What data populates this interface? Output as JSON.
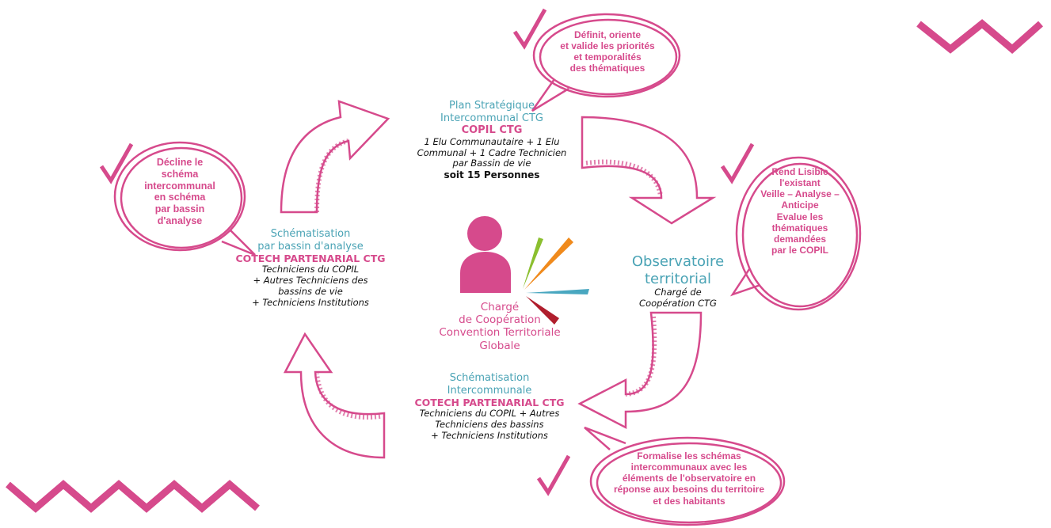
{
  "colors": {
    "pink": "#d64a8c",
    "teal": "#4aa3b5",
    "dark": "#111111",
    "fan": [
      "#8bbf2f",
      "#f08a1c",
      "#49a7c0",
      "#b01e2d"
    ]
  },
  "top_node": {
    "line1": "Plan Stratégique",
    "line2": "Intercommunal CTG",
    "bold": "COPIL CTG",
    "desc1": "1 Elu Communautaire + 1 Elu",
    "desc2": "Communal + 1 Cadre Technicien",
    "desc3": "par Bassin de vie",
    "desc4": "soit 15 Personnes"
  },
  "top_bubble": [
    "Définit, oriente",
    "et valide les priorités",
    "et temporalités",
    "des thématiques"
  ],
  "right_node": {
    "title1": "Observatoire",
    "title2": "territorial",
    "desc1": "Chargé de",
    "desc2": "Coopération CTG"
  },
  "right_bubble": [
    "Rend Lisible",
    "l'existant",
    "Veille – Analyse –",
    "Anticipe",
    "Evalue les",
    "thématiques",
    "demandées",
    "par le COPIL"
  ],
  "bottom_node": {
    "line1": "Schématisation",
    "line2": "Intercommunale",
    "bold": "COTECH PARTENARIAL CTG",
    "desc1": "Techniciens du COPIL + Autres",
    "desc2": "Techniciens des bassins",
    "desc3": "+ Techniciens Institutions"
  },
  "bottom_bubble": [
    "Formalise les schémas",
    "intercommunaux avec les",
    "éléments de l'observatoire en",
    "réponse aux besoins du territoire",
    "et des habitants"
  ],
  "left_node": {
    "line1": "Schématisation",
    "line2": "par bassin d'analyse",
    "bold": "COTECH PARTENARIAL CTG",
    "desc1": "Techniciens du COPIL",
    "desc2": "+ Autres Techniciens des",
    "desc3": "bassins de vie",
    "desc4": "+ Techniciens Institutions"
  },
  "left_bubble": [
    "Décline le",
    "schéma",
    "intercommunal",
    "en schéma",
    "par bassin",
    "d'analyse"
  ],
  "center": {
    "line1": "Chargé",
    "line2": "de Coopération",
    "line3": "Convention Territoriale",
    "line4": "Globale"
  }
}
